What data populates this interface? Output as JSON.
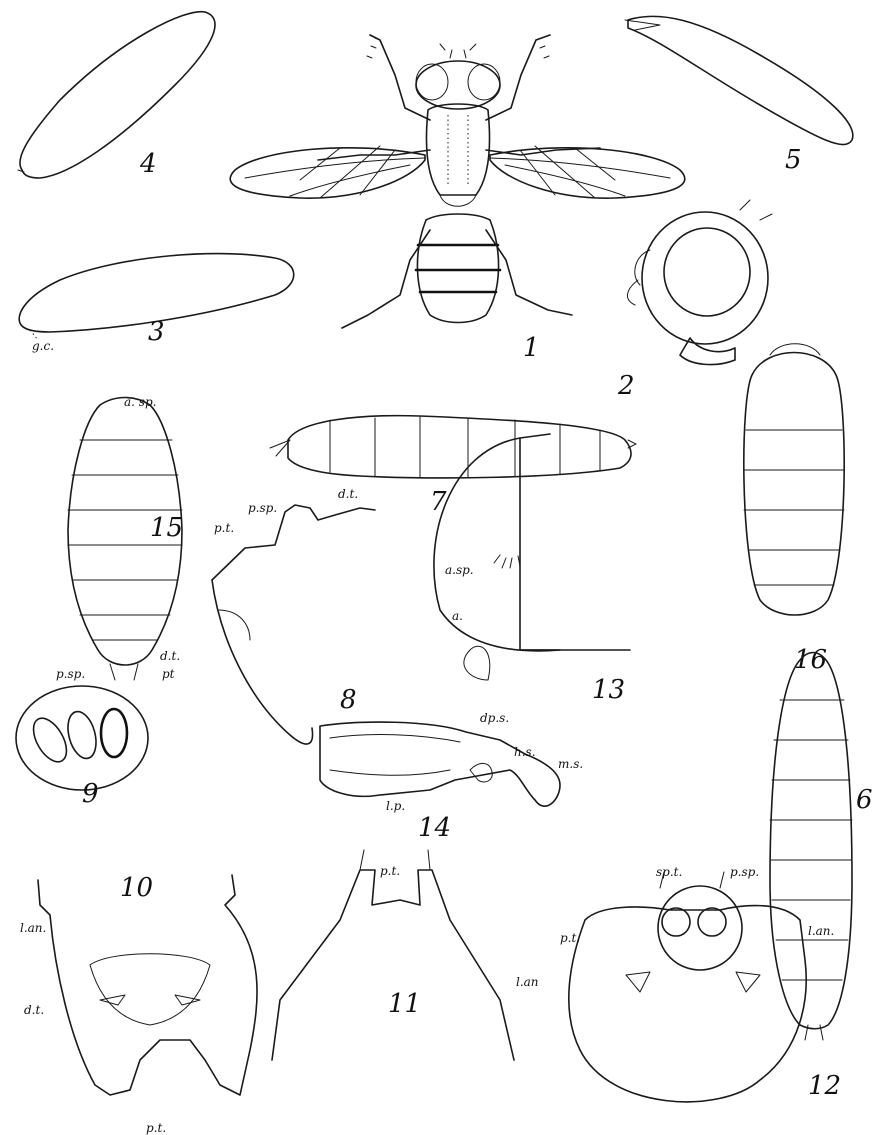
{
  "plate": {
    "figures": [
      {
        "num": "1"
      },
      {
        "num": "2"
      },
      {
        "num": "3"
      },
      {
        "num": "4"
      },
      {
        "num": "5"
      },
      {
        "num": "6"
      },
      {
        "num": "7"
      },
      {
        "num": "8"
      },
      {
        "num": "9"
      },
      {
        "num": "10"
      },
      {
        "num": "11"
      },
      {
        "num": "12"
      },
      {
        "num": "13"
      },
      {
        "num": "14"
      },
      {
        "num": "15"
      },
      {
        "num": "16"
      }
    ],
    "labels": {
      "gc": "g.c.",
      "asp15": "a. sp.",
      "psp15": "p.sp.",
      "dt15": "d.t.",
      "pt15": "pt",
      "psp8": "p.sp.",
      "dt8": "d.t.",
      "pt8": "p.t.",
      "asp13": "a.sp.",
      "a13": "a.",
      "dps14": "dp.s.",
      "hs14": "h.s.",
      "ms14": "m.s.",
      "lp14": "l.p.",
      "lan10": "l.an.",
      "dt10": "d.t.",
      "pt10": "p.t.",
      "pt11": "p.t.",
      "lan11": "l.an",
      "spt12": "sp.t.",
      "psp12": "p.sp.",
      "pt12": "p.t.",
      "lan12": "l.an."
    }
  }
}
